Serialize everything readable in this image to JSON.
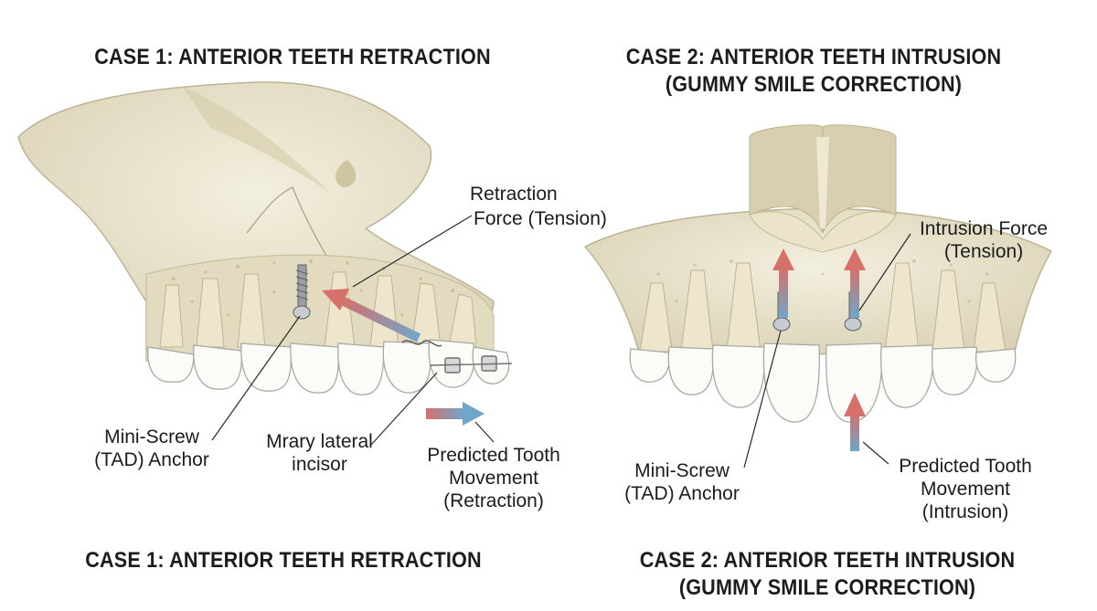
{
  "case1": {
    "title_top": "CASE 1: ANTERIOR TEETH RETRACTION",
    "title_bottom": "CASE 1: ANTERIOR TEETH RETRACTION",
    "labels": {
      "force_line1": "Retraction",
      "force_line2": "Force (Tension)",
      "anchor_line1": "Mini-Screw",
      "anchor_line2": "(TAD) Anchor",
      "incisor_line1": "Mrary lateral",
      "incisor_line2": "incisor",
      "movement_line1": "Predicted Tooth",
      "movement_line2": "Movement",
      "movement_line3": "(Retraction)"
    }
  },
  "case2": {
    "title_top_line1": "CASE 2: ANTERIOR TEETH INTRUSION",
    "title_top_line2": "(GUMMY SMILE CORRECTION)",
    "title_bottom_line1": "CASE 2: ANTERIOR TEETH INTRUSION",
    "title_bottom_line2": "(GUMMY SMILE CORRECTION)",
    "labels": {
      "force_line1": "Intrusion Force",
      "force_line2": "(Tension)",
      "anchor_line1": "Mini-Screw",
      "anchor_line2": "(TAD) Anchor",
      "movement_line1": "Predicted Tooth",
      "movement_line2": "Movement",
      "movement_line3": "(Intrusion)"
    }
  },
  "colors": {
    "bone": "#ece7d2",
    "bone_shade": "#d9d2b6",
    "tooth": "#fbfbf8",
    "arrow_red": "#d6706a",
    "arrow_blue": "#6fa6c9"
  }
}
